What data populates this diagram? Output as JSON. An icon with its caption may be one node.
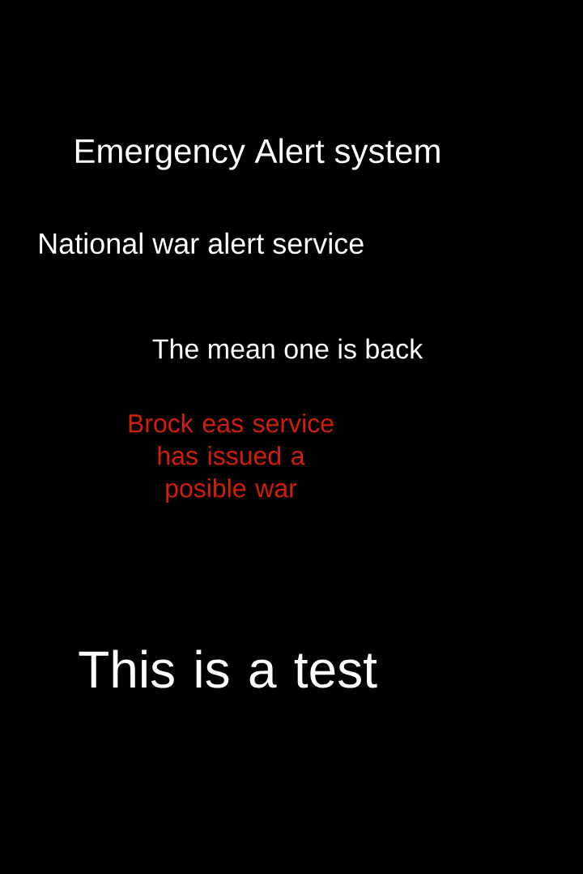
{
  "diagram": {
    "title": "Emergency Alert system",
    "labels": [
      "National war alert service",
      "The mean one is back",
      "Brock eas service has issued a posible war",
      "This is a test"
    ]
  }
}
